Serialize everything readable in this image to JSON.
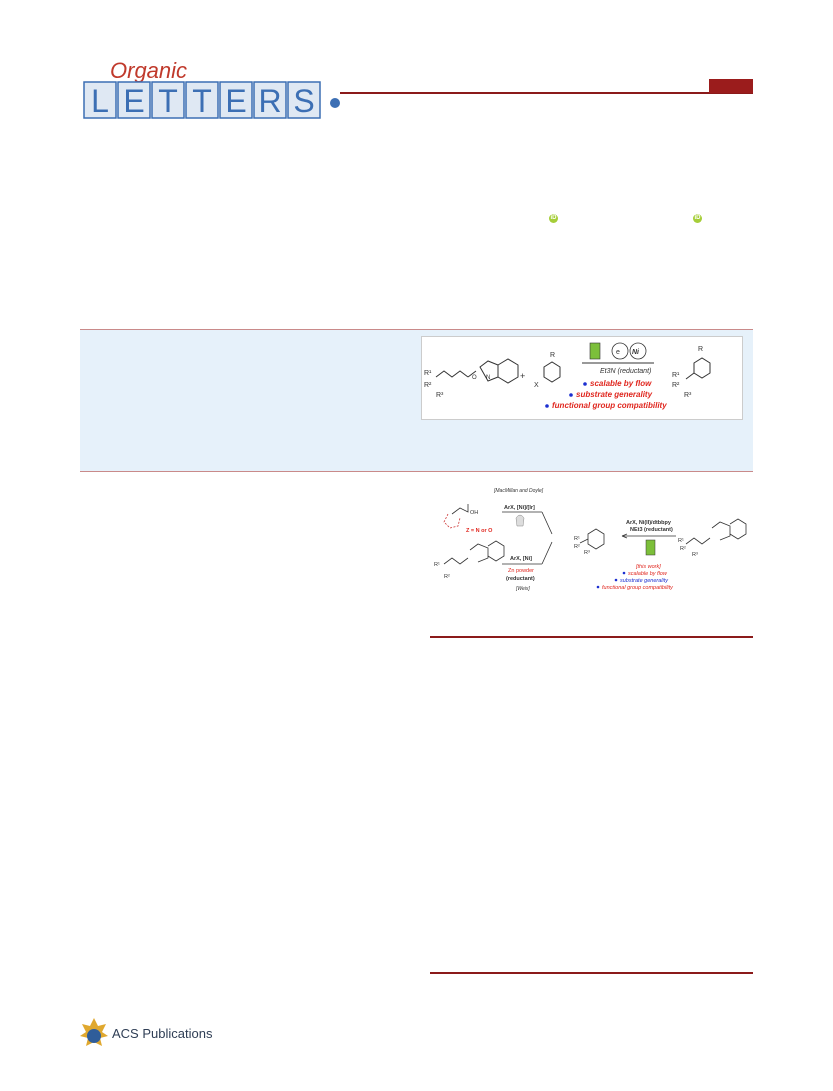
{
  "header": {
    "journal_script": "Organic",
    "journal_letters": [
      "L",
      "E",
      "T",
      "T",
      "E",
      "R",
      "S"
    ]
  },
  "orcid": {
    "label": "iD"
  },
  "toc": {
    "r1": "R",
    "reagent_condition": "Et3N (reductant)",
    "electron": "e",
    "metal": "Ni",
    "bullets": [
      "scalable by flow",
      "substrate generality",
      "functional group compatibility"
    ]
  },
  "scheme": {
    "macmillan_label": "[MacMillan and Doyle]",
    "photo_conditions": "ArX, [Ni]/[Ir]",
    "acid_oh": "OH",
    "z_label": "Z = N or O",
    "weix_conditions": "ArX, [Ni]",
    "zn_powder": "Zn powder",
    "reductant": "(reductant)",
    "weix_label": "[Weix]",
    "this_conditions_1": "ArX, Ni(II)/dtbbpy",
    "this_conditions_2": "NEt3 (reductant)",
    "this_work": "[this work]",
    "bullets": [
      "scalable by flow",
      "substrate generality",
      "functional group compatibility"
    ]
  },
  "footer": {
    "publisher": "ACS Publications"
  },
  "colors": {
    "accent": "#8b1a1a",
    "band": "#e6f1fa",
    "logo_blue": "#3c6fb4",
    "red_text": "#e0261e",
    "blue_text": "#1c2fd0"
  }
}
